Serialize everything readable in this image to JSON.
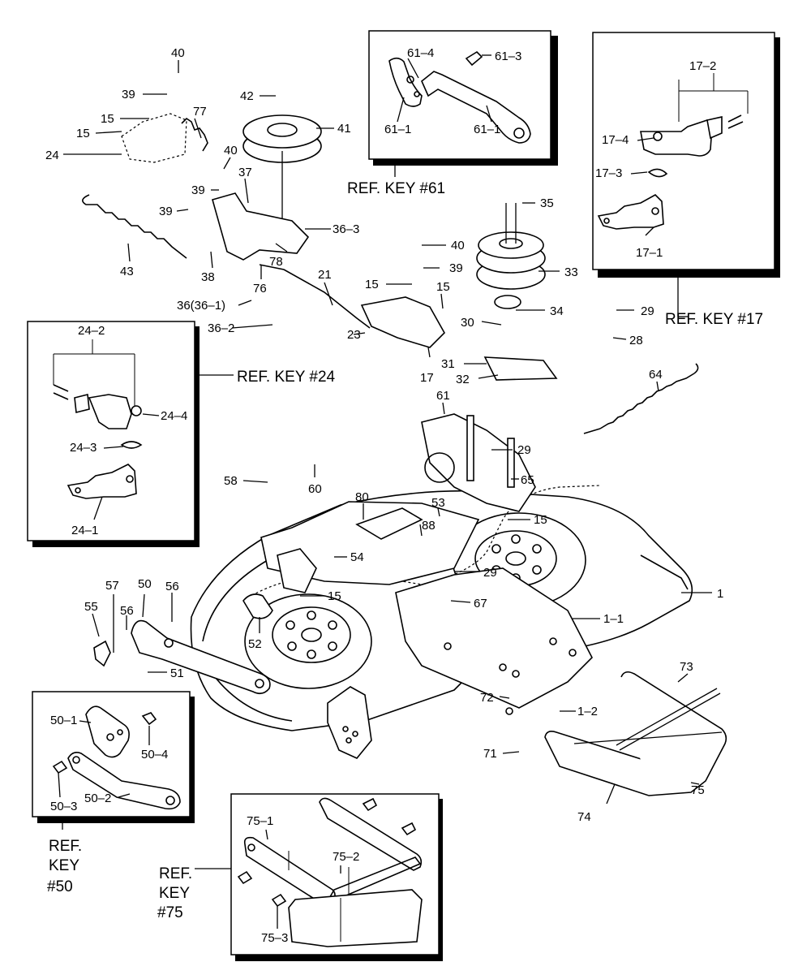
{
  "labels": {
    "l40a": "40",
    "l39a": "39",
    "l77": "77",
    "l15a": "15",
    "l15b": "15",
    "l24": "24",
    "l42": "42",
    "l41": "41",
    "l40b": "40",
    "l37": "37",
    "l39b": "39",
    "l36_3": "36–3",
    "l39c": "39",
    "l78": "78",
    "l38": "38",
    "l43": "43",
    "l76": "76",
    "l21": "21",
    "l36": "36(36–1)",
    "l36_2": "36–2",
    "l23": "23",
    "l40c": "40",
    "l39d": "39",
    "l15c": "15",
    "l15d": "15",
    "l17": "17",
    "l35": "35",
    "l33": "33",
    "l34": "34",
    "l30": "30",
    "l31": "31",
    "l32": "32",
    "l29a": "29",
    "l28": "28",
    "l64": "64",
    "l61": "61",
    "l29b": "29",
    "l65": "65",
    "l58": "58",
    "l60": "60",
    "l80": "80",
    "l53": "53",
    "l88": "88",
    "l15e": "15",
    "l54": "54",
    "l29c": "29",
    "l1": "1",
    "l57": "57",
    "l50": "50",
    "l56a": "56",
    "l55": "55",
    "l56b": "56",
    "l15f": "15",
    "l67": "67",
    "l1_1": "1–1",
    "l52": "52",
    "l51": "51",
    "l73": "73",
    "l72": "72",
    "l1_2": "1–2",
    "l71": "71",
    "l74": "74",
    "l75": "75",
    "k61_4": "61–4",
    "k61_3": "61–3",
    "k61_1a": "61–1",
    "k61_1b": "61–1",
    "k17_2": "17–2",
    "k17_4": "17–4",
    "k17_3": "17–3",
    "k17_1": "17–1",
    "k24_2": "24–2",
    "k24_4": "24–4",
    "k24_3": "24–3",
    "k24_1": "24–1",
    "k50_1": "50–1",
    "k50_4": "50–4",
    "k50_3": "50–3",
    "k50_2": "50–2",
    "k75_1": "75–1",
    "k75_2": "75–2",
    "k75_3": "75–3"
  },
  "ref_keys": {
    "r61": "REF. KEY #61",
    "r17": "REF. KEY #17",
    "r24": "REF. KEY #24",
    "r50_1": "REF.",
    "r50_2": "KEY",
    "r50_3": "#50",
    "r75_1": "REF.",
    "r75_2": "KEY",
    "r75_3": "#75"
  }
}
